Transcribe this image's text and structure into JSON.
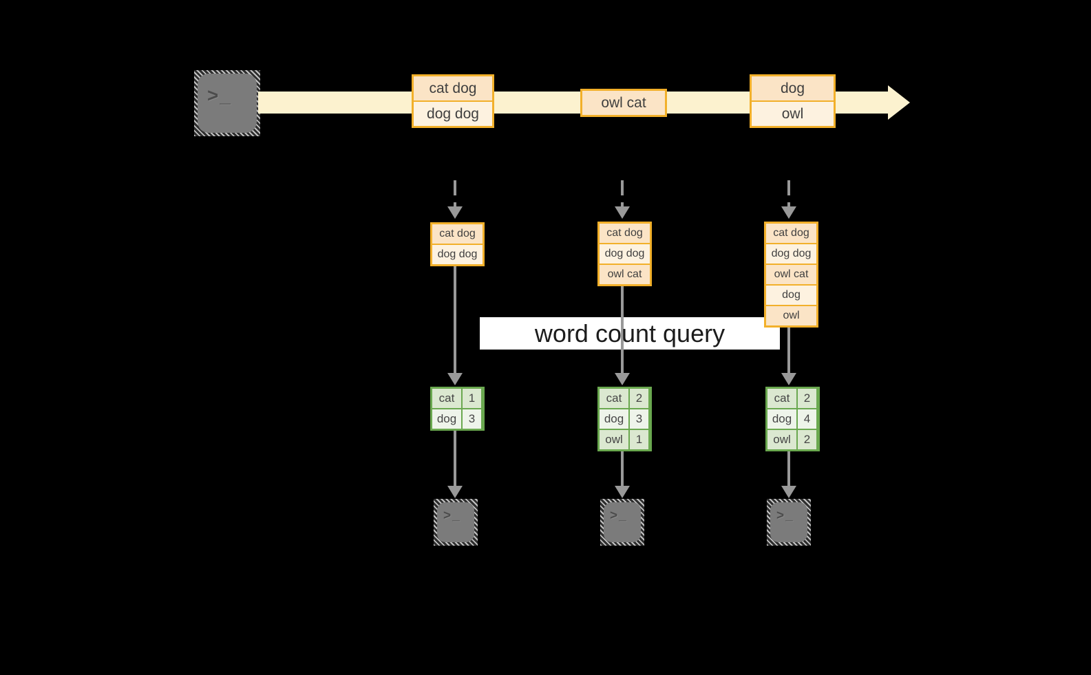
{
  "terminal": {
    "glyph": ">_"
  },
  "stream": {
    "messages": [
      {
        "lines": [
          "cat dog",
          "dog dog"
        ]
      },
      {
        "lines": [
          "owl cat"
        ]
      },
      {
        "lines": [
          "dog",
          "owl"
        ]
      }
    ]
  },
  "states": [
    {
      "cells": [
        "cat dog",
        "dog dog"
      ]
    },
    {
      "cells": [
        "cat dog",
        "dog dog",
        "owl cat"
      ]
    },
    {
      "cells": [
        "cat dog",
        "dog dog",
        "owl cat",
        "dog",
        "owl"
      ]
    }
  ],
  "query": {
    "label": "word count query"
  },
  "counts": [
    {
      "rows": [
        {
          "word": "cat",
          "value": "1"
        },
        {
          "word": "dog",
          "value": "3"
        }
      ]
    },
    {
      "rows": [
        {
          "word": "cat",
          "value": "2"
        },
        {
          "word": "dog",
          "value": "3"
        },
        {
          "word": "owl",
          "value": "1"
        }
      ]
    },
    {
      "rows": [
        {
          "word": "cat",
          "value": "2"
        },
        {
          "word": "dog",
          "value": "4"
        },
        {
          "word": "owl",
          "value": "2"
        }
      ]
    }
  ],
  "colors": {
    "background": "#000000",
    "stream_yellow": "#fcf2cf",
    "orange_border": "#f2b02a",
    "peach_dark": "#fbe4c6",
    "peach_light": "#fdf2e0",
    "green_border": "#6aa84f",
    "green_dark": "#dbe8d0",
    "green_light": "#eef4ea",
    "connector_gray": "#999999",
    "terminal_gray": "#7b7b7b",
    "banner_white": "#ffffff"
  }
}
